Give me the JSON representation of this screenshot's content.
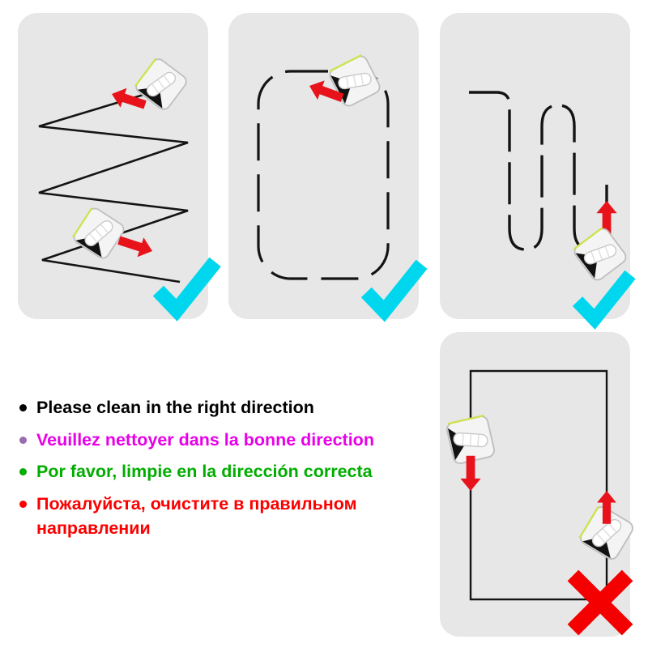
{
  "instructions": {
    "items": [
      {
        "text": "Please clean in the right direction",
        "color": "#000000",
        "bullet_color": "#000000",
        "language": "English"
      },
      {
        "text": "Veuillez nettoyer dans la bonne direction",
        "color": "#e800e8",
        "bullet_color": "#9a6bb0",
        "language": "French"
      },
      {
        "text": "Por favor, limpie en la dirección correcta",
        "color": "#00ad00",
        "bullet_color": "#00ad00",
        "language": "Spanish"
      },
      {
        "text": "Пожалуйста, очистите в правильном направлении",
        "color": "#fb0000",
        "bullet_color": "#fb0000",
        "language": "Russian"
      }
    ]
  },
  "panels": [
    {
      "name": "zigzag-pattern",
      "result": "correct"
    },
    {
      "name": "perimeter-pattern",
      "result": "correct"
    },
    {
      "name": "serpentine-pattern",
      "result": "correct"
    },
    {
      "name": "vertical-edges-pattern",
      "result": "wrong"
    }
  ],
  "icons": {
    "window_cleaner": "magnetic-window-cleaner-device",
    "direction_arrow": "red-direction-arrow",
    "correct_mark": "cyan-checkmark",
    "wrong_mark": "red-cross"
  },
  "colors": {
    "arrow": "#e8121b",
    "correct_mark": "#00d7ee",
    "wrong_mark": "#f40000",
    "panel_background": "#e7e7e7",
    "path_stroke": "#141414"
  }
}
